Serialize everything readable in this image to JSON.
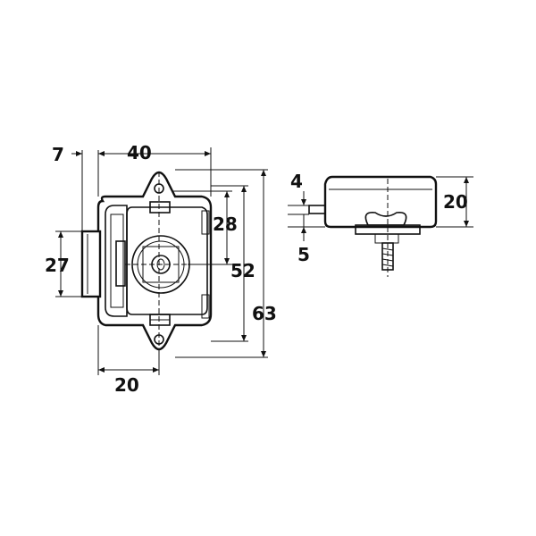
{
  "dimensions": {
    "front_view": {
      "flange_offset": "7",
      "overall_width": "40",
      "cylinder_height": "27",
      "bottom_width": "20",
      "cam_height": "28",
      "body_height": "52",
      "overall_height": "63"
    },
    "side_view": {
      "top_offset": "4",
      "bolt_offset": "5",
      "depth": "20"
    }
  }
}
